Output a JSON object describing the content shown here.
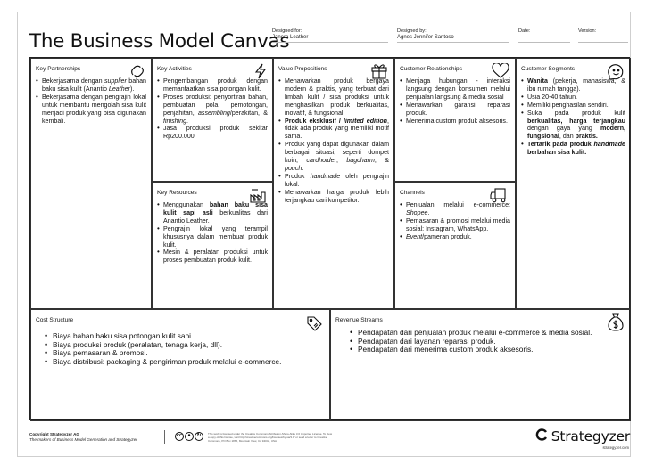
{
  "header": {
    "title": "The Business Model Canvas",
    "designed_for_label": "Designed for:",
    "designed_for": "Janera Leather",
    "designed_by_label": "Designed by:",
    "designed_by": "Agnes Jennifer Santoso",
    "date_label": "Date:",
    "date": "",
    "version_label": "Version:",
    "version": ""
  },
  "key_partnerships": {
    "title": "Key Partnerships",
    "icon": "link-icon",
    "items": [
      "Bekerjasama dengan <i>supplier</i> bahan baku sisa kulit (Anantio <i>Leather</i>).",
      "Bekerjasama dengan pengrajin lokal untuk membantu mengolah sisa kulit menjadi produk yang bisa digunakan kembali."
    ]
  },
  "key_activities": {
    "title": "Key Activities",
    "icon": "lightning-icon",
    "items": [
      "Pengembangan produk dengan memanfaatkan sisa potongan kulit.",
      "Proses produksi: penyortiran bahan, pembuatan pola, pemotongan, penjahitan, <i>assembling</i>/perakitan, &amp; <i>finishing</i>.",
      "Jasa produksi produk sekitar Rp200.000"
    ]
  },
  "key_resources": {
    "title": "Key Resources",
    "icon": "factory-icon",
    "items": [
      "Menggunakan <b>bahan baku sisa kulit sapi asli</b> berkualitas dari Anantio Leather.",
      "Pengrajin lokal yang terampil khususnya dalam membuat produk kulit.",
      "Mesin &amp; peralatan produksi untuk proses pembuatan produk kulit."
    ]
  },
  "value_propositions": {
    "title": "Value Propositions",
    "icon": "gift-icon",
    "items": [
      "Menawarkan produk bergaya modern &amp; praktis, yang terbuat dari limbah kulit / sisa produksi untuk menghasilkan produk berkualitas, inovatif, &amp; fungsional.",
      "<b>Produk eksklusif / <i>limited edition</i></b>, tidak ada produk yang memiliki motif sama.",
      "Produk yang dapat digunakan dalam berbagai situasi, seperti dompet koin, <i>cardholder</i>, <i>bagcharm</i>, &amp; <i>pouch</i>.",
      "Produk <i>handmade</i> oleh pengrajin lokal.",
      "Menawarkan harga produk lebih terjangkau dari kompetitor."
    ]
  },
  "customer_relationships": {
    "title": "Customer Relationships",
    "icon": "heart-icon",
    "items": [
      "Menjaga hubungan - interaksi langsung dengan konsumen melalui penjualan langsung &amp; media sosial",
      "Menawarkan garansi reparasi produk.",
      "Menerima custom produk aksesoris."
    ]
  },
  "channels": {
    "title": "Channels",
    "icon": "truck-icon",
    "items": [
      "Penjualan melalui e-commerce: <i>Shopee</i>.",
      "Pemasaran &amp; promosi melalui media sosial: Instagram, WhatsApp.",
      "<i>Event</i>/pameran produk."
    ]
  },
  "customer_segments": {
    "title": "Customer Segments",
    "icon": "smiley-icon",
    "items": [
      "<b>Wanita</b> (pekerja, mahasiswa, &amp; ibu rumah tangga).",
      "Usia 20-40 tahun.",
      "Memiliki penghasilan sendiri.",
      "Suka pada produk kulit <b>berkualitas, harga terjangkau</b> dengan gaya yang <b>modern, fungsional</b>, dan <b>praktis.</b>",
      "<b>Tertarik pada produk <i>handmade</i> berbahan sisa kulit.</b>"
    ]
  },
  "cost_structure": {
    "title": "Cost Structure",
    "icon": "price-tag-icon",
    "items": [
      "Biaya bahan baku sisa potongan kulit sapi.",
      "Biaya produksi produk (peralatan, tenaga kerja, dll).",
      "Biaya pemasaran &amp; promosi.",
      "Biaya distribusi: packaging &amp; pengiriman produk melalui e-commerce."
    ]
  },
  "revenue_streams": {
    "title": "Revenue Streams",
    "icon": "money-bag-icon",
    "items": [
      "Pendapatan dari penjualan produk melalui e-commerce &amp; media sosial.",
      "Pendapatan dari layanan reparasi produk.",
      "Pendapatan dari menerima custom produk aksesoris."
    ]
  },
  "footer": {
    "copyright": "Copyright Strategyzer AG",
    "makers": "The makers of Business Model Generation and Strategyzer",
    "license": "This work is licensed under the Creative Commons Attribution-Share Alike 3.0 Unported License. To view a copy of this license, visit http://creativecommons.org/licenses/by-sa/3.0/ or send a letter to Creative Commons, PO Box 1866, Mountain View, CA 94042, USA.",
    "brand": "Strategyzer",
    "brand_url": "strategyzer.com"
  }
}
